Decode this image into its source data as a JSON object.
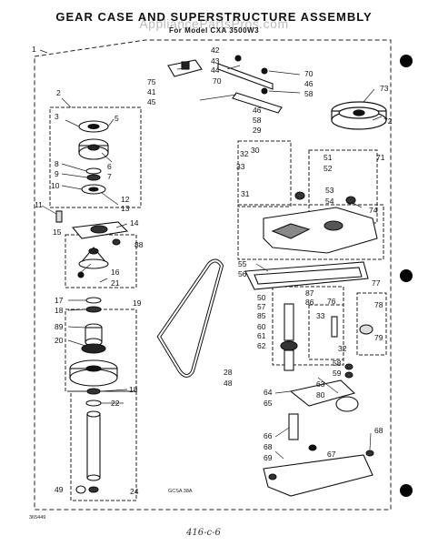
{
  "header": {
    "title": "GEAR CASE AND SUPERSTRUCTURE ASSEMBLY",
    "subtitle": "For Model CXA 3500W3",
    "watermark": "AppliancePartsPros.com"
  },
  "footer": {
    "doc_number": "365449",
    "handwritten": "416-c-6",
    "drawing_code": "GCSA 38A"
  },
  "callouts": {
    "n1": "1",
    "n2": "2",
    "n3": "3",
    "n5": "5",
    "n6": "6",
    "n7": "7",
    "n8": "8",
    "n9": "9",
    "n10": "10",
    "n11": "11",
    "n12": "12",
    "n13": "13",
    "n14": "14",
    "n15": "15",
    "n16": "16",
    "n17": "17",
    "n18a": "18",
    "n18b": "18",
    "n19": "19",
    "n20": "20",
    "n21": "21",
    "n22": "22",
    "n24": "24",
    "n28": "28",
    "n29": "29",
    "n30": "30",
    "n31": "31",
    "n32a": "32",
    "n32b": "32",
    "n33a": "33",
    "n33b": "33",
    "n41": "41",
    "n42": "42",
    "n43": "43",
    "n44": "44",
    "n45": "45",
    "n46a": "46",
    "n46b": "46",
    "n48": "48",
    "n49": "49",
    "n50": "50",
    "n51": "51",
    "n52": "52",
    "n53": "53",
    "n54": "54",
    "n55": "55",
    "n56": "56",
    "n57": "57",
    "n58a": "58",
    "n58b": "58",
    "n59": "59",
    "n60": "60",
    "n61": "61",
    "n62": "62",
    "n63": "63",
    "n64": "64",
    "n65": "65",
    "n66": "66",
    "n67": "67",
    "n68a": "68",
    "n68b": "68",
    "n69": "69",
    "n70a": "70",
    "n70b": "70",
    "n71": "71",
    "n72": "72",
    "n73": "73",
    "n74": "74",
    "n75": "75",
    "n76": "76",
    "n77": "77",
    "n78": "78",
    "n79": "79",
    "n80": "80",
    "n85": "85",
    "n86": "86",
    "n87": "87",
    "n88": "88",
    "n89": "89"
  }
}
